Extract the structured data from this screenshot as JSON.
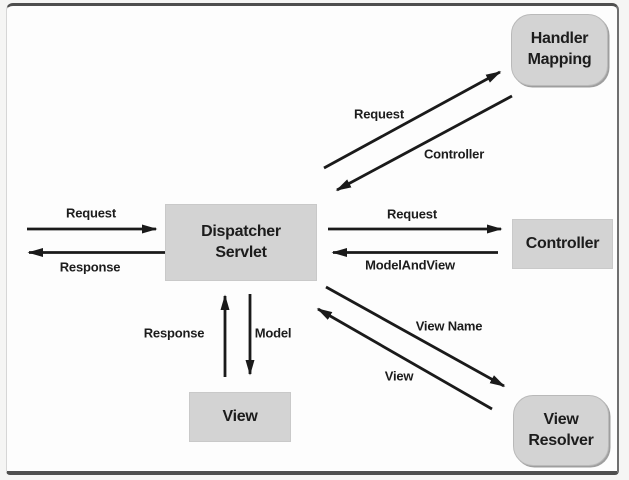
{
  "diagram": {
    "nodes": {
      "handler_mapping": {
        "label": "Handler\nMapping"
      },
      "dispatcher_servlet": {
        "label": "Dispatcher\nServlet"
      },
      "controller": {
        "label": "Controller"
      },
      "view": {
        "label": "View"
      },
      "view_resolver": {
        "label": "View\nResolver"
      }
    },
    "edges": {
      "client_request": {
        "label": "Request"
      },
      "client_response": {
        "label": "Response"
      },
      "handler_mapping_request": {
        "label": "Request"
      },
      "handler_mapping_controller": {
        "label": "Controller"
      },
      "controller_request": {
        "label": "Request"
      },
      "controller_modelandview": {
        "label": "ModelAndView"
      },
      "view_resolver_view_name": {
        "label": "View Name"
      },
      "view_resolver_view": {
        "label": "View"
      },
      "view_response": {
        "label": "Response"
      },
      "view_model": {
        "label": "Model"
      }
    },
    "colors": {
      "node_fill": "#d3d3d3",
      "node_edge": "#9e9e9e",
      "arrow": "#1a1a1a",
      "text": "#1c1c1c",
      "frame_dark": "#4e4e4e",
      "background": "#fdfdfd"
    }
  }
}
